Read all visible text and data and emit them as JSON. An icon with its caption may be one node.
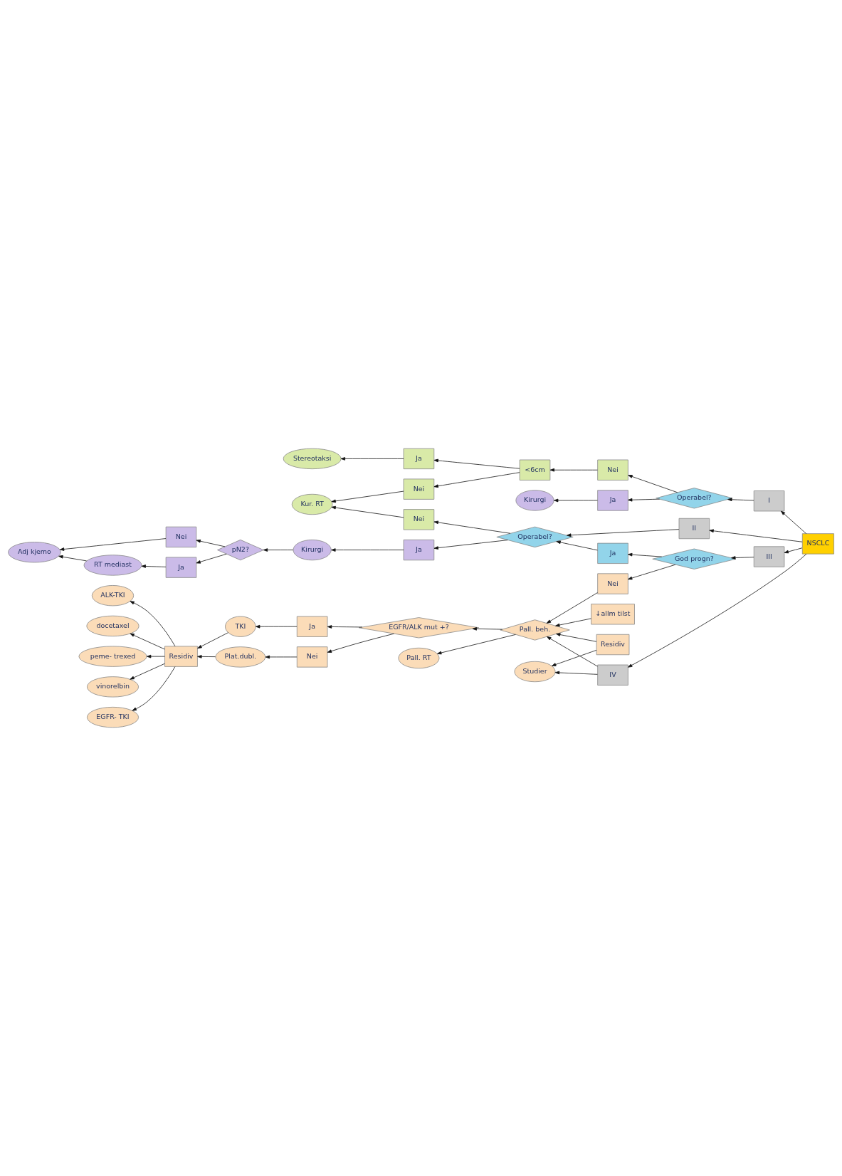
{
  "diagram": {
    "nodes": [
      {
        "text": [
          "NSCLC"
        ]
      },
      {
        "text": [
          "I"
        ]
      },
      {
        "text": [
          "II"
        ]
      },
      {
        "text": [
          "III"
        ]
      },
      {
        "text": [
          "IV"
        ]
      },
      {
        "text": [
          "Operabel?"
        ]
      },
      {
        "text": [
          "Nei"
        ]
      },
      {
        "text": [
          "Ja"
        ]
      },
      {
        "text": [
          "Kirurgi"
        ]
      },
      {
        "text": [
          "<6cm"
        ]
      },
      {
        "text": [
          "Ja"
        ]
      },
      {
        "text": [
          "Nei"
        ]
      },
      {
        "text": [
          "Stereotaksi"
        ]
      },
      {
        "text": [
          "Operabel?"
        ]
      },
      {
        "text": [
          "Ja"
        ]
      },
      {
        "text": [
          "Nei"
        ]
      },
      {
        "text": [
          "Kirurgi"
        ]
      },
      {
        "text": [
          "pN2?"
        ]
      },
      {
        "text": [
          "Nei"
        ]
      },
      {
        "text": [
          "Ja"
        ]
      },
      {
        "text": [
          "Adj kjemo"
        ]
      },
      {
        "text": [
          "RT mediast"
        ]
      },
      {
        "text": [
          "Kur. RT"
        ]
      },
      {
        "text": [
          "God progn?"
        ]
      },
      {
        "text": [
          "Ja"
        ]
      },
      {
        "text": [
          "Nei"
        ]
      },
      {
        "text": [
          "Pall. beh."
        ]
      },
      {
        "text": [
          "Studier"
        ]
      },
      {
        "text": [
          "Residiv"
        ]
      },
      {
        "text": [
          "↓allm tilst"
        ]
      },
      {
        "text": [
          "EGFR/ALK mut +?"
        ]
      },
      {
        "text": [
          "Ja"
        ]
      },
      {
        "text": [
          "Nei"
        ]
      },
      {
        "text": [
          "TKI"
        ]
      },
      {
        "text": [
          "Plat.dubl."
        ]
      },
      {
        "text": [
          "Residiv"
        ]
      },
      {
        "text": [
          "Pall. RT"
        ]
      },
      {
        "text": [
          "docetaxel"
        ]
      },
      {
        "text": [
          "peme- trexed"
        ]
      },
      {
        "text": [
          "vinorelbin"
        ]
      },
      {
        "text": [
          "EGFR- TKI"
        ]
      },
      {
        "text": [
          "ALK-TKI"
        ]
      }
    ],
    "edges": [
      {
        "from": 0,
        "to": 1,
        "arrow": "to"
      },
      {
        "from": 0,
        "to": 2,
        "arrow": "to"
      },
      {
        "from": 0,
        "to": 3,
        "arrow": "to"
      },
      {
        "from": 0,
        "to": 4,
        "arrow": "to"
      },
      {
        "from": 1,
        "to": 5,
        "arrow": "to"
      },
      {
        "from": 5,
        "to": 6,
        "arrow": "to"
      },
      {
        "from": 5,
        "to": 7,
        "arrow": "to"
      },
      {
        "from": 7,
        "to": 8,
        "arrow": "to"
      },
      {
        "from": 6,
        "to": 9,
        "arrow": "to"
      },
      {
        "from": 9,
        "to": 10,
        "arrow": "to"
      },
      {
        "from": 9,
        "to": 11,
        "arrow": "to"
      },
      {
        "from": 10,
        "to": 12,
        "arrow": "to"
      },
      {
        "from": 11,
        "to": 22,
        "arrow": "to"
      },
      {
        "from": 2,
        "to": 13,
        "arrow": "to"
      },
      {
        "from": 13,
        "to": 14,
        "arrow": "to"
      },
      {
        "from": 13,
        "to": 15,
        "arrow": "to"
      },
      {
        "from": 14,
        "to": 16,
        "arrow": "to"
      },
      {
        "from": 16,
        "to": 17,
        "arrow": "to"
      },
      {
        "from": 17,
        "to": 18,
        "arrow": "to"
      },
      {
        "from": 17,
        "to": 19,
        "arrow": "to"
      },
      {
        "from": 18,
        "to": 20,
        "arrow": "to"
      },
      {
        "from": 19,
        "to": 21,
        "arrow": "to"
      },
      {
        "from": 21,
        "to": 20,
        "arrow": "to"
      },
      {
        "from": 15,
        "to": 22,
        "arrow": "to"
      },
      {
        "from": 3,
        "to": 23,
        "arrow": "to"
      },
      {
        "from": 23,
        "to": 24,
        "arrow": "to"
      },
      {
        "from": 23,
        "to": 25,
        "arrow": "to"
      },
      {
        "from": 24,
        "to": 13,
        "arrow": "to"
      },
      {
        "from": 25,
        "to": 26,
        "arrow": "to"
      },
      {
        "from": 4,
        "to": 26,
        "arrow": "to"
      },
      {
        "from": 4,
        "to": 27,
        "arrow": "to"
      },
      {
        "from": 28,
        "to": 27,
        "arrow": "to"
      },
      {
        "from": 28,
        "to": 26,
        "arrow": "to"
      },
      {
        "from": 29,
        "to": 26,
        "arrow": "to"
      },
      {
        "from": 26,
        "to": 30,
        "arrow": "to"
      },
      {
        "from": 26,
        "to": 36,
        "arrow": "to"
      },
      {
        "from": 30,
        "to": 31,
        "arrow": "to"
      },
      {
        "from": 30,
        "to": 32,
        "arrow": "to"
      },
      {
        "from": 31,
        "to": 33,
        "arrow": "to"
      },
      {
        "from": 32,
        "to": 34,
        "arrow": "to"
      },
      {
        "from": 33,
        "to": 35,
        "arrow": "to"
      },
      {
        "from": 34,
        "to": 35,
        "arrow": "to"
      },
      {
        "from": 35,
        "to": 37,
        "arrow": "to"
      },
      {
        "from": 35,
        "to": 38,
        "arrow": "to"
      },
      {
        "from": 35,
        "to": 39,
        "arrow": "to"
      },
      {
        "from": 35,
        "to": 40,
        "arrow": "to"
      },
      {
        "from": 35,
        "to": 41,
        "arrow": "to"
      }
    ]
  }
}
